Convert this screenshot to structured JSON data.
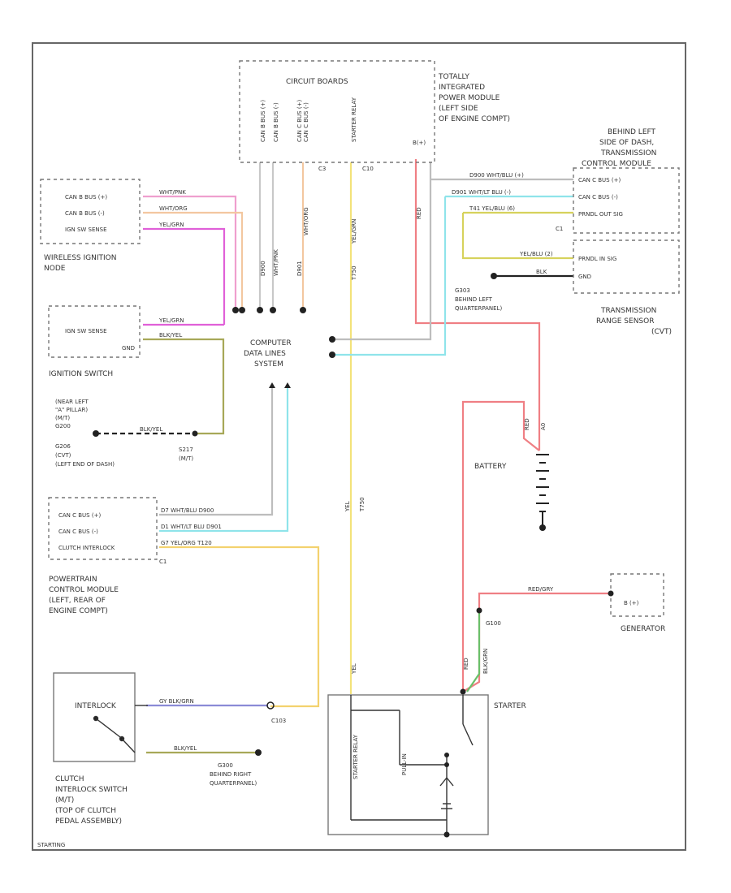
{
  "colors": {
    "pink": "#ef9fce",
    "orange": "#f3c7a0",
    "magenta": "#e060d8",
    "olive": "#a7a858",
    "yellow": "#f3e27a",
    "red": "#ef7f84",
    "cyan": "#8fe4ea",
    "gray": "#b9b9b9",
    "violet": "#8b8bd6",
    "green": "#6ac06a",
    "black": "#222222"
  },
  "components": {
    "circuit_boards": "CIRCUIT BOARDS",
    "tipm": [
      "TOTALLY",
      "INTEGRATED",
      "POWER MODULE",
      "(LEFT SIDE",
      "OF ENGINE COMPT)"
    ],
    "tcm": [
      "BEHIND LEFT",
      "SIDE OF DASH,",
      "TRANSMISSION",
      "CONTROL MODULE"
    ],
    "tcm_pins": [
      "CAN C BUS (+)",
      "CAN C BUS (-)",
      "PRNDL OUT SIG"
    ],
    "tcm_conn": "C1",
    "wireless_pins": [
      "CAN B BUS (+)",
      "CAN B BUS (-)",
      "IGN SW SENSE"
    ],
    "wireless_name": [
      "WIRELESS IGNITION",
      "NODE"
    ],
    "ign_pins": [
      "IGN SW SENSE",
      "GND"
    ],
    "ign_name": "IGNITION SWITCH",
    "trs_pins": [
      "PRNDL IN SIG",
      "GND"
    ],
    "trs_name": [
      "TRANSMISSION",
      "RANGE SENSOR",
      "(CVT)"
    ],
    "g303": [
      "G303",
      "BEHIND LEFT",
      "QUARTERPANEL)"
    ],
    "cds": [
      "COMPUTER",
      "DATA LINES",
      "SYSTEM"
    ],
    "splice_notes": [
      "(NEAR LEFT",
      "\"A\" PILLAR)",
      "(M/T)",
      "G200",
      "G206",
      "(CVT)",
      "(LEFT END OF DASH)"
    ],
    "s217": [
      "S217",
      "(M/T)"
    ],
    "battery": "BATTERY",
    "pcm_pins": [
      "CAN C BUS (+)",
      "CAN C BUS (-)",
      "CLUTCH INTERLOCK"
    ],
    "pcm_conn": "C1",
    "pcm_name": [
      "POWERTRAIN",
      "CONTROL MODULE",
      "(LEFT, REAR OF",
      "ENGINE COMPT)"
    ],
    "generator": "GENERATOR",
    "generator_pin": "B (+)",
    "starter": "STARTER",
    "interlock": "INTERLOCK",
    "clutch_name": [
      "CLUTCH",
      "INTERLOCK SWITCH",
      "(M/T)",
      "(TOP OF CLUTCH",
      "PEDAL ASSEMBLY)"
    ],
    "g300": [
      "G300",
      "BEHIND RIGHT",
      "QUARTERPANEL)"
    ],
    "c103": "C103",
    "g100": "G100",
    "footer": "STARTING"
  },
  "wire_labels": {
    "tipm_cols": [
      "CAN B BUS (+)",
      "CAN B BUS (-)",
      "CAN C BUS (+)",
      "CAN C BUS (-)",
      "STARTER RELAY"
    ],
    "tipm_conn": [
      "C3",
      "C10"
    ],
    "tipm_batt": "B(+)",
    "wl1": "WHT/PNK",
    "wl2": "WHT/ORG",
    "wl3": "YEL/GRN",
    "can_d900": "D900",
    "can_d901": "D901",
    "t750": "T750",
    "red_label": "RED",
    "gray_wire": "D900  WHT/BLU  (+)",
    "cyan_wire": "D901  WHT/LT BLU  (-)",
    "prndl_out": "T41    YEL/BLU  (6)",
    "prndl_in": "YEL/BLU  (2)",
    "trs_gnd": "BLK",
    "ign_wire": "YEL/GRN",
    "ign_gnd": "BLK/YEL",
    "s217_wire": "BLK/YEL",
    "pcm_w1": "D7  WHT/BLU  D900",
    "pcm_w2": "D1  WHT/LT BLU  D901",
    "pcm_w3": "G7  YEL/ORG     T120",
    "yellow_vert": "YEL",
    "t750b": "T750",
    "bat_lbl1": "RED",
    "bat_lbl2": "A0",
    "gen_wire": "RED/GRY",
    "starter_red": "RED",
    "g100_wire": "BLK/GRN",
    "starter_yel": "YEL",
    "inter_wire": "GY  BLK/GRN",
    "inter_gnd": "BLK/YEL",
    "relay_lbl1": "STARTER RELAY",
    "relay_lbl2": "PULL-IN"
  }
}
